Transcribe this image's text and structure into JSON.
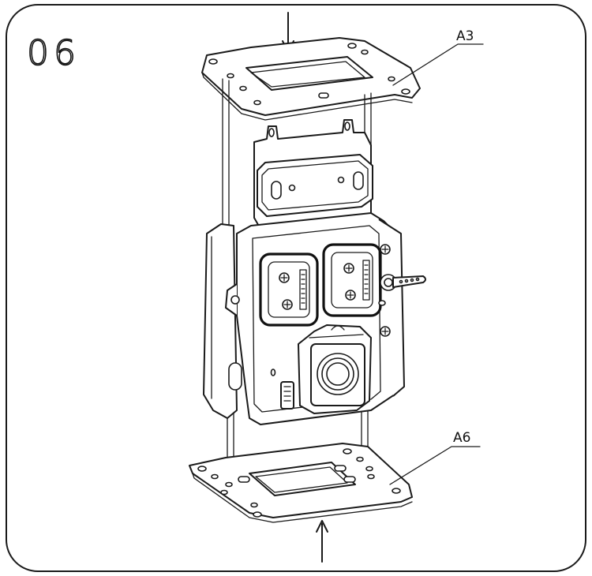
{
  "step": {
    "number": "06"
  },
  "callouts": {
    "top_part": "A3",
    "bottom_part": "A6"
  },
  "colors": {
    "line": "#1a1a1a",
    "background": "#ffffff"
  }
}
